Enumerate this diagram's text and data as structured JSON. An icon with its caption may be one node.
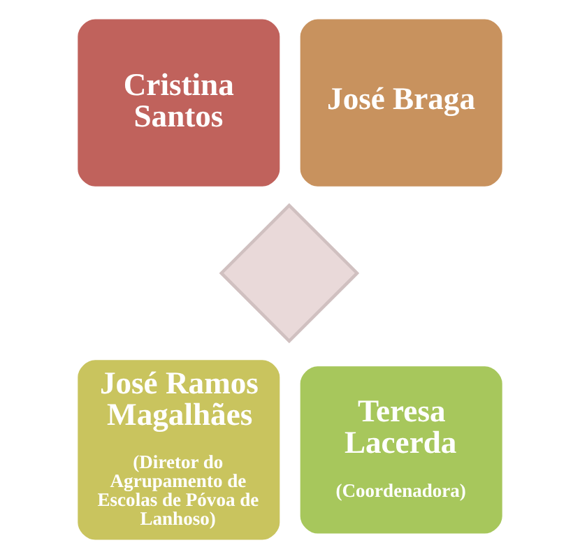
{
  "diagram": {
    "nodes": [
      {
        "text": [],
        "shape": "diamond"
      },
      {
        "text": [
          "Cristina Santos"
        ]
      },
      {
        "text": [
          "José Braga"
        ]
      },
      {
        "text": [
          "José Ramos Magalhães",
          "(Diretor do Agrupamento de Escolas de Póvoa de Lanhoso)"
        ]
      },
      {
        "text": [
          "Teresa Lacerda",
          "(Coordenadora)"
        ]
      }
    ]
  }
}
